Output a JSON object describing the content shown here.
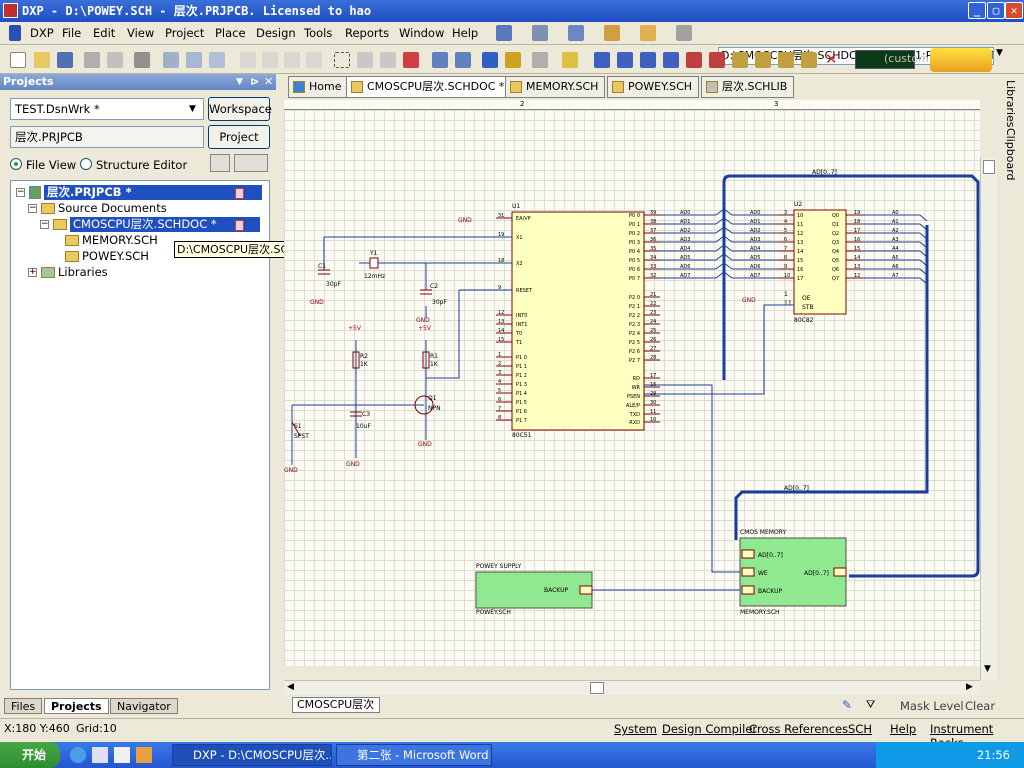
{
  "window": {
    "title": "DXP - D:\\POWEY.SCH - 层次.PRJPCB. Licensed to hao"
  },
  "menu": [
    "DXP",
    "File",
    "Edit",
    "View",
    "Project",
    "Place",
    "Design",
    "Tools",
    "Reports",
    "Window",
    "Help"
  ],
  "address": "D:\\CMOSCPU层次.SCHDOC?Left=161;Right=950;Top",
  "custom_label": "(custom",
  "panel": {
    "title": "Projects",
    "workspace_combo": "TEST.DsnWrk *",
    "workspace_btn": "Workspace",
    "project_field": "层次.PRJPCB",
    "project_btn": "Project",
    "file_view": "File View",
    "structure_editor": "Structure Editor",
    "tree": {
      "project": "层次.PRJPCB *",
      "source_docs": "Source Documents",
      "cmoscpu": "CMOSCPU层次.SCHDOC *",
      "memory": "MEMORY.SCH",
      "powey": "POWEY.SCH",
      "libraries": "Libraries"
    },
    "tooltip": "D:\\CMOSCPU层次.SCHDOC"
  },
  "bottom_tabs": [
    "Files",
    "Projects",
    "Navigator"
  ],
  "doc_tabs": [
    "Home",
    "CMOSCPU层次.SCHDOC *",
    "MEMORY.SCH",
    "POWEY.SCH",
    "层次.SCHLIB"
  ],
  "right_tabs": [
    "Libraries",
    "Clipboard"
  ],
  "sheet_tab": "CMOSCPU层次",
  "mask": {
    "label": "Mask Level",
    "clear": "Clear"
  },
  "status": {
    "coords": "X:180 Y:460",
    "grid": "Grid:10",
    "buttons": [
      "System",
      "Design Compiler",
      "Cross References",
      "SCH",
      "Help",
      "Instrument Racks"
    ]
  },
  "taskbar": {
    "start": "开始",
    "tasks": [
      "DXP - D:\\CMOSCPU层次....",
      "第二张 - Microsoft Word"
    ],
    "clock": "21:56"
  },
  "schematic": {
    "ruler_marks": [
      "2",
      "3"
    ],
    "u1": {
      "ref": "U1",
      "part": "80C51",
      "left_pins": [
        {
          "num": "31",
          "name": "EA/VP"
        },
        {
          "num": "19",
          "name": "X1"
        },
        {
          "num": "18",
          "name": "X2"
        },
        {
          "num": "9",
          "name": "RESET"
        },
        {
          "num": "12",
          "name": "INT0"
        },
        {
          "num": "13",
          "name": "INT1"
        },
        {
          "num": "14",
          "name": "T0"
        },
        {
          "num": "15",
          "name": "T1"
        },
        {
          "num": "1",
          "name": "P1 0"
        },
        {
          "num": "2",
          "name": "P1 1"
        },
        {
          "num": "3",
          "name": "P1 2"
        },
        {
          "num": "4",
          "name": "P1 3"
        },
        {
          "num": "5",
          "name": "P1 4"
        },
        {
          "num": "6",
          "name": "P1 5"
        },
        {
          "num": "7",
          "name": "P1 6"
        },
        {
          "num": "8",
          "name": "P1 7"
        }
      ],
      "right_pins": [
        {
          "num": "39",
          "name": "P0 0"
        },
        {
          "num": "38",
          "name": "P0 1"
        },
        {
          "num": "37",
          "name": "P0 2"
        },
        {
          "num": "36",
          "name": "P0 3"
        },
        {
          "num": "35",
          "name": "P0 4"
        },
        {
          "num": "34",
          "name": "P0 5"
        },
        {
          "num": "33",
          "name": "P0 6"
        },
        {
          "num": "32",
          "name": "P0 7"
        },
        {
          "num": "21",
          "name": "P2 0"
        },
        {
          "num": "22",
          "name": "P2 1"
        },
        {
          "num": "23",
          "name": "P2 2"
        },
        {
          "num": "24",
          "name": "P2 3"
        },
        {
          "num": "25",
          "name": "P2 4"
        },
        {
          "num": "26",
          "name": "P2 5"
        },
        {
          "num": "27",
          "name": "P2 6"
        },
        {
          "num": "28",
          "name": "P2 7"
        },
        {
          "num": "17",
          "name": "RD"
        },
        {
          "num": "16",
          "name": "WR"
        },
        {
          "num": "29",
          "name": "PSEN"
        },
        {
          "num": "30",
          "name": "ALE/P"
        },
        {
          "num": "11",
          "name": "TXD"
        },
        {
          "num": "10",
          "name": "RXD"
        }
      ]
    },
    "u2": {
      "ref": "U2",
      "part": "80C82",
      "d_pins": [
        "10",
        "11",
        "12",
        "13",
        "14",
        "15",
        "16",
        "17"
      ],
      "q_pins": [
        "19",
        "18",
        "17",
        "16",
        "15",
        "14",
        "13",
        "12"
      ],
      "oe": "OE",
      "stb": "STB",
      "oe_num": "1",
      "stb_num": "11"
    },
    "nets_ad": [
      "AD0",
      "AD1",
      "AD2",
      "AD3",
      "AD4",
      "AD5",
      "AD6",
      "AD7"
    ],
    "nets_a": [
      "A0",
      "A1",
      "A2",
      "A3",
      "A4",
      "A5",
      "A6",
      "A7"
    ],
    "bus_label": "AD[0..7]",
    "mem_block": {
      "title": "CMOS MEMORY",
      "file": "MEMORY.SCH",
      "ports": [
        "AD[0..7]",
        "WE",
        "BACKUP"
      ],
      "right_port": "AD[0..7]"
    },
    "pwr_block": {
      "title": "POWEY SUPPLY",
      "file": "POWEY.SCH",
      "port": "BACKUP"
    },
    "parts": {
      "y1": "Y1",
      "y1_val": "12mHz",
      "c1": "C1",
      "c1_val": "30pF",
      "c2": "C2",
      "c2_val": "30pF",
      "c3": "C3",
      "c3_val": "10uF",
      "r1": "R1",
      "r1_val": "1K",
      "r2": "R2",
      "r2_val": "1K",
      "q1": "Q1",
      "q1_val": "NPN",
      "s1": "S1",
      "s1_val": "SPST",
      "vcc": "+5V",
      "gnd": "GND"
    }
  },
  "colors": {
    "wire": "#1a3c9c",
    "part_fill": "#ffffc0",
    "part_stroke": "#800000",
    "sheet_fill": "#90e890",
    "port_fill": "#ffffc0",
    "label": "#800000"
  }
}
